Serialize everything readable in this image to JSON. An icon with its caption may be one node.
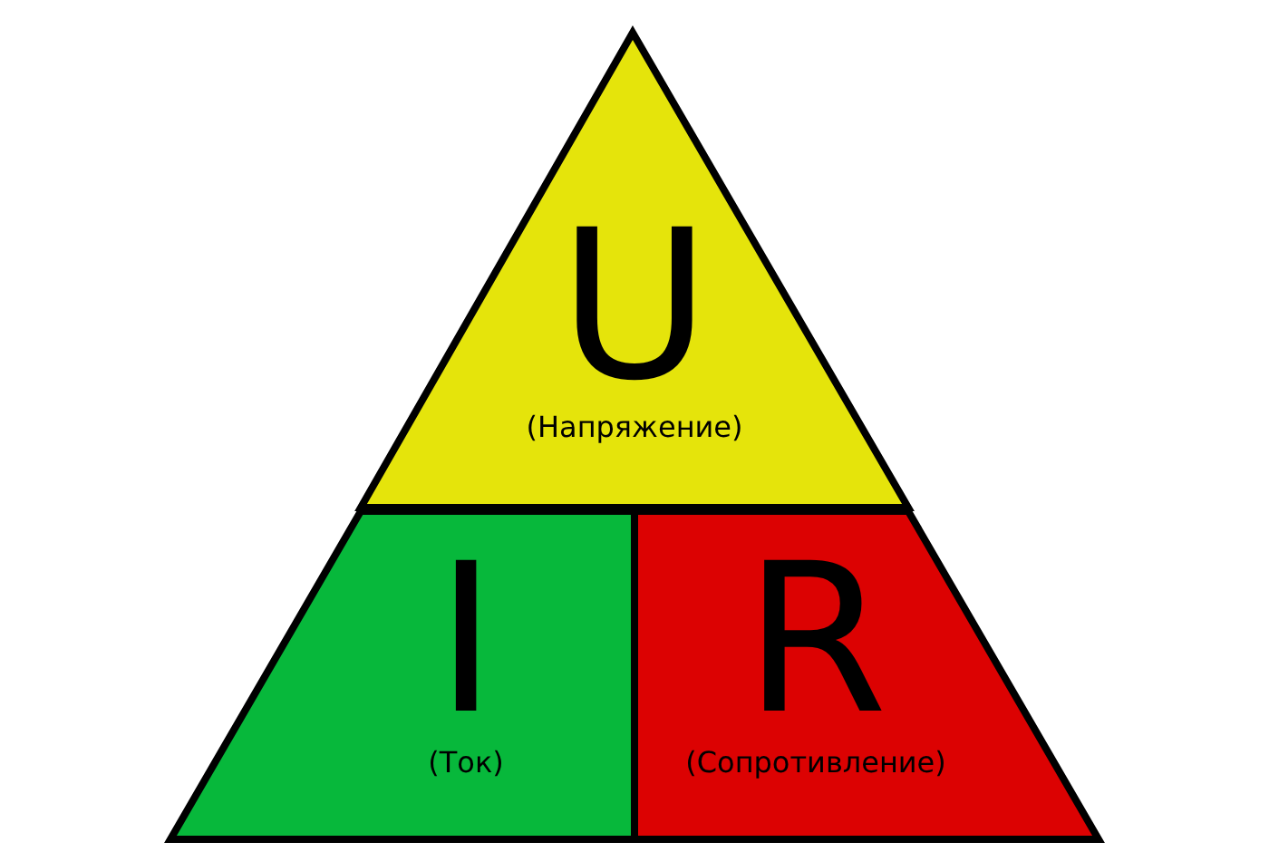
{
  "diagram": {
    "nodes": [
      {
        "text": [
          "U",
          "(Напряжение)"
        ]
      },
      {
        "text": [
          "I",
          "(Ток)"
        ]
      },
      {
        "text": [
          "R",
          "(Сопротивление)"
        ]
      }
    ]
  }
}
